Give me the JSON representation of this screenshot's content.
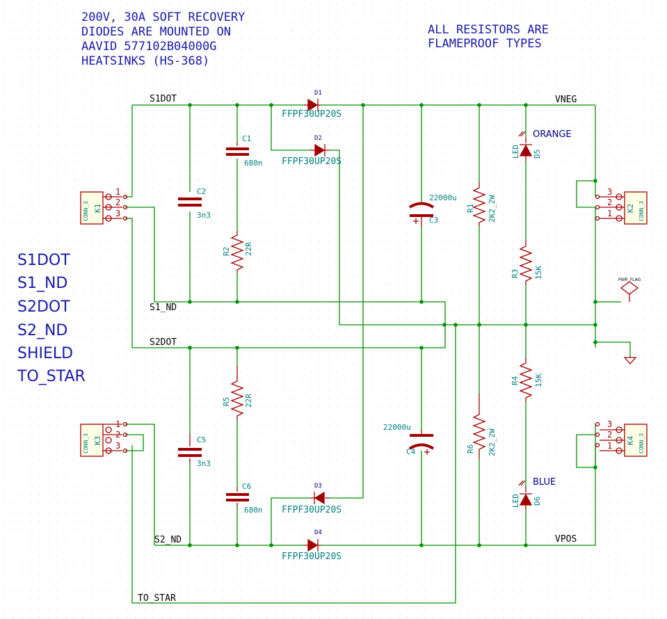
{
  "notes": {
    "heatsink": [
      "200V, 30A SOFT RECOVERY",
      "DIODES ARE MOUNTED ON",
      "AAVID 577102B04000G",
      "HEATSINKS (HS-368)"
    ],
    "resistors": [
      "ALL RESISTORS ARE",
      "FLAMEPROOF TYPES"
    ]
  },
  "net_list": [
    "S1DOT",
    "S1_ND",
    "S2DOT",
    "S2_ND",
    "SHIELD",
    "TO_STAR"
  ],
  "nets": {
    "s1dot": "S1DOT",
    "s1nd": "S1_ND",
    "s2dot": "S2DOT",
    "s2nd": "S2_ND",
    "to_star": "TO_STAR",
    "vneg": "VNEG",
    "vpos": "VPOS"
  },
  "components": {
    "D1": {
      "ref": "D1",
      "value": "FFPF30UP20S"
    },
    "D2": {
      "ref": "D2",
      "value": "FFPF30UP20S"
    },
    "D3": {
      "ref": "D3",
      "value": "FFPF30UP20S"
    },
    "D4": {
      "ref": "D4",
      "value": "FFPF30UP20S"
    },
    "D5": {
      "ref": "D5",
      "type": "LED",
      "color": "ORANGE"
    },
    "D6": {
      "ref": "D6",
      "type": "LED",
      "color": "BLUE"
    },
    "C1": {
      "ref": "C1",
      "value": "680n"
    },
    "C2": {
      "ref": "C2",
      "value": "3n3"
    },
    "C3": {
      "ref": "C3",
      "value": "22000u"
    },
    "C4": {
      "ref": "C4",
      "value": "22000u"
    },
    "C5": {
      "ref": "C5",
      "value": "3n3"
    },
    "C6": {
      "ref": "C6",
      "value": "680n"
    },
    "R1": {
      "ref": "R1",
      "value": "2K2_2W"
    },
    "R2": {
      "ref": "R2",
      "value": "22R"
    },
    "R3": {
      "ref": "R3",
      "value": "15K"
    },
    "R4": {
      "ref": "R4",
      "value": "15K"
    },
    "R5": {
      "ref": "R5",
      "value": "22R"
    },
    "R6": {
      "ref": "R6",
      "value": "2K2_2W"
    },
    "K1": {
      "ref": "K1",
      "type": "CONN_3"
    },
    "K2": {
      "ref": "K2",
      "type": "CONN_3"
    },
    "K3": {
      "ref": "K3",
      "type": "CONN_3"
    },
    "K4": {
      "ref": "K4",
      "type": "CONN_3"
    }
  },
  "pins": {
    "p1": "1",
    "p2": "2",
    "p3": "3"
  },
  "pwr_flag": "PWR_FLAG",
  "colors": {
    "wire": "#009200",
    "part": "#a00000",
    "ref": "#008080",
    "note": "#1a1aa6"
  }
}
